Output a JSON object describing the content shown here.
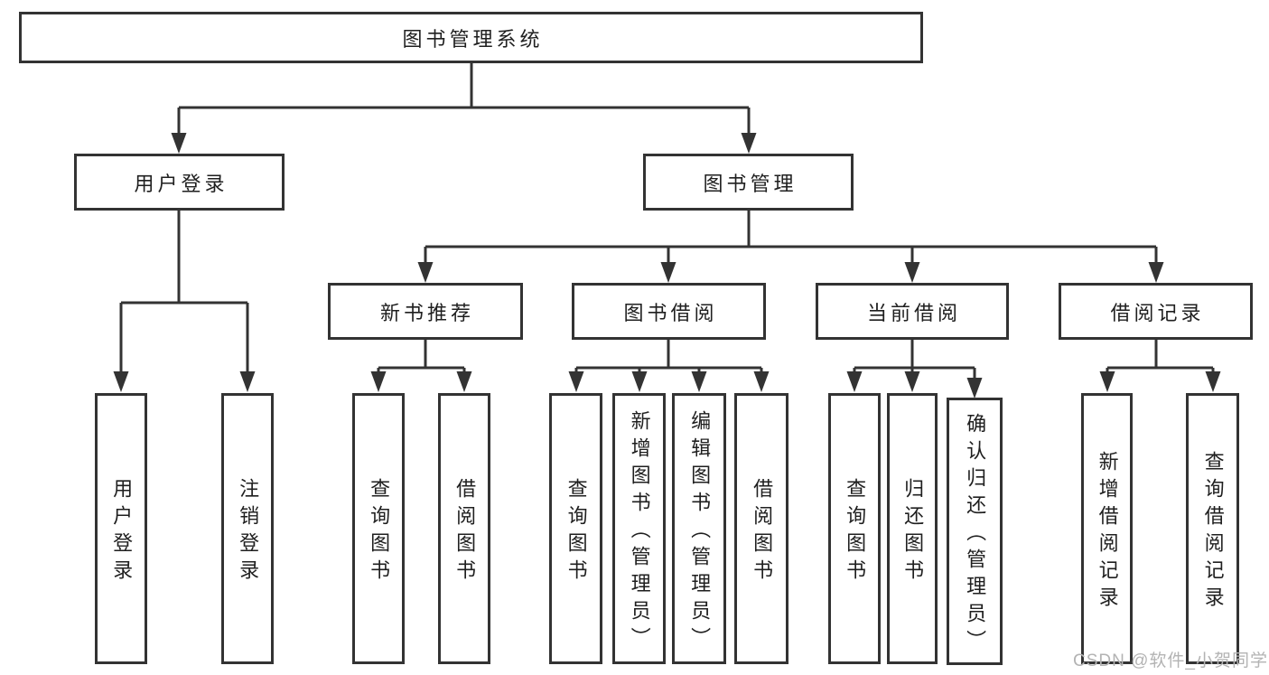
{
  "diagram": {
    "root": {
      "label": "图书管理系统"
    },
    "level2": [
      {
        "label": "用户登录"
      },
      {
        "label": "图书管理"
      }
    ],
    "level3": [
      {
        "label": "新书推荐"
      },
      {
        "label": "图书借阅"
      },
      {
        "label": "当前借阅"
      },
      {
        "label": "借阅记录"
      }
    ],
    "leaves": {
      "user_login": [
        {
          "label": "用户登录"
        },
        {
          "label": "注销登录"
        }
      ],
      "new_books": [
        {
          "label": "查询图书"
        },
        {
          "label": "借阅图书"
        }
      ],
      "book_borrow": [
        {
          "label": "查询图书"
        },
        {
          "label": "新增图书（管理员）"
        },
        {
          "label": "编辑图书（管理员）"
        },
        {
          "label": "借阅图书"
        }
      ],
      "current_borrow": [
        {
          "label": "查询图书"
        },
        {
          "label": "归还图书"
        },
        {
          "label": "确认归还（管理员）"
        }
      ],
      "borrow_records": [
        {
          "label": "新增借阅记录"
        },
        {
          "label": "查询借阅记录"
        }
      ]
    }
  },
  "watermark": {
    "text": "CSDN @软件_小贺同学",
    "color": "#b3b3b3"
  },
  "colors": {
    "line": "#333333",
    "background": "#ffffff",
    "text": "#1f1f1f"
  }
}
